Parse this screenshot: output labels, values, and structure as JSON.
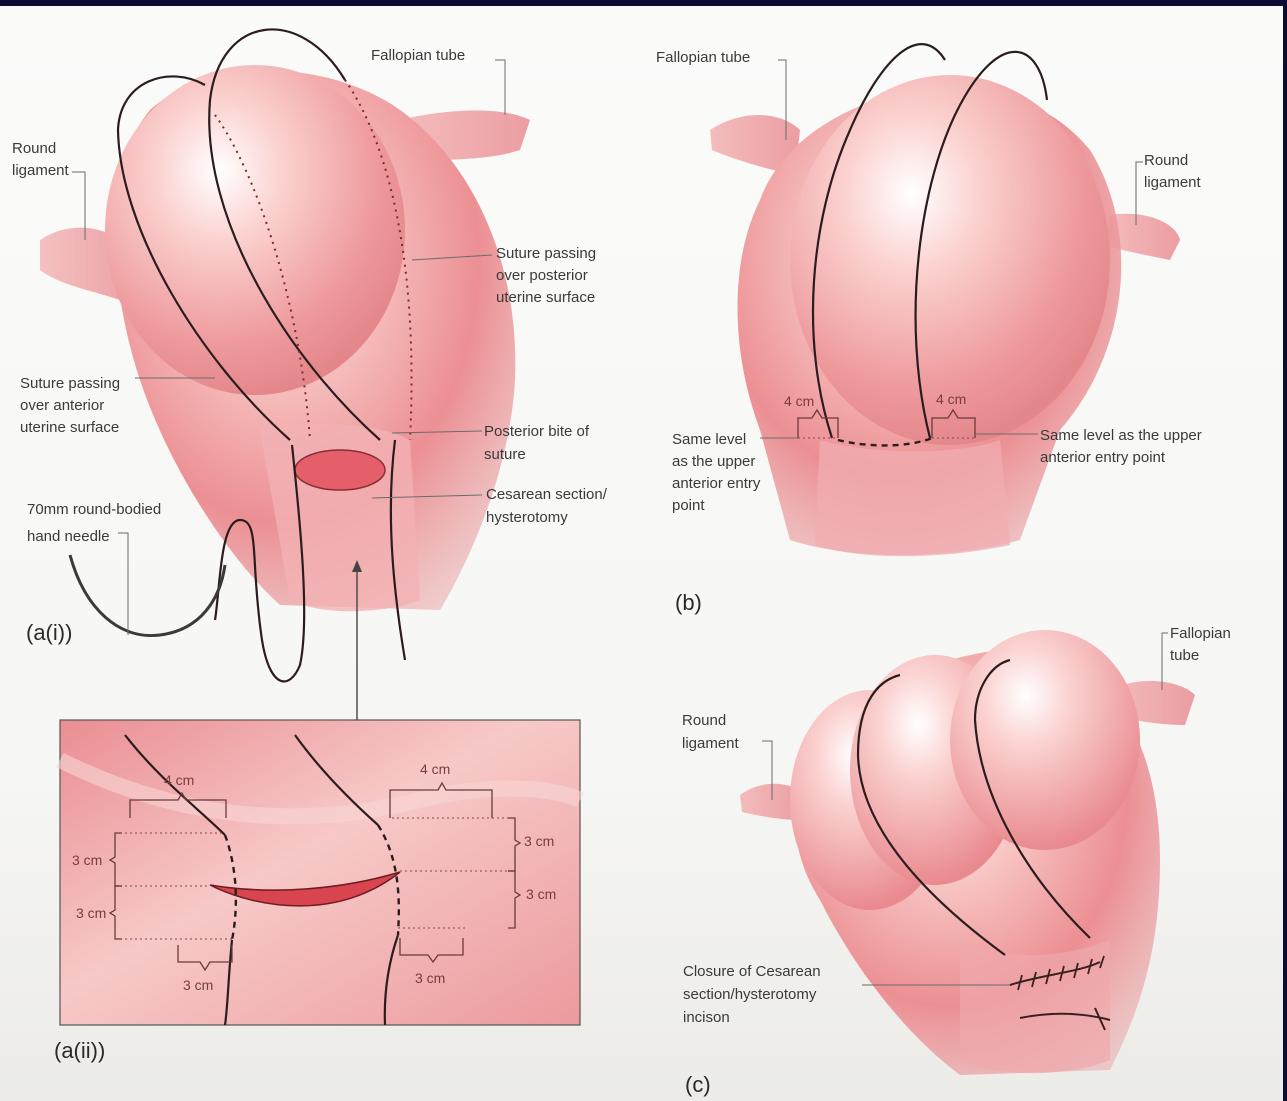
{
  "colors": {
    "border": "#0b0d35",
    "tissue": "#ec8f93",
    "suture": "#2b1d1d",
    "label_text": "#3a3a3a"
  },
  "panel_a_i": {
    "panel_label": "(a(i))",
    "fallopian_tube": "Fallopian tube",
    "round_ligament_1": "Round",
    "round_ligament_2": "ligament",
    "suture_posterior_1": "Suture passing",
    "suture_posterior_2": "over posterior",
    "suture_posterior_3": "uterine surface",
    "suture_anterior_1": "Suture passing",
    "suture_anterior_2": "over anterior",
    "suture_anterior_3": "uterine surface",
    "posterior_bite_1": "Posterior bite of",
    "posterior_bite_2": "suture",
    "cesarean_1": "Cesarean section/",
    "cesarean_2": "hysterotomy",
    "needle_1": "70mm round-bodied",
    "needle_2": "hand needle"
  },
  "panel_a_ii": {
    "panel_label": "(a(ii))",
    "m_4cm_left": "4 cm",
    "m_4cm_right": "4 cm",
    "m_3cm_l1": "3 cm",
    "m_3cm_l2": "3 cm",
    "m_3cm_r1": "3 cm",
    "m_3cm_r2": "3 cm",
    "m_3cm_bl": "3 cm",
    "m_3cm_br": "3 cm"
  },
  "panel_b": {
    "panel_label": "(b)",
    "fallopian_tube": "Fallopian tube",
    "round_ligament_1": "Round",
    "round_ligament_2": "ligament",
    "m_4cm_left": "4 cm",
    "m_4cm_right": "4 cm",
    "same_left_1": "Same level",
    "same_left_2": "as the upper",
    "same_left_3": "anterior entry",
    "same_left_4": "point",
    "same_right_1": "Same level as the upper",
    "same_right_2": "anterior entry point"
  },
  "panel_c": {
    "panel_label": "(c)",
    "fallopian_1": "Fallopian",
    "fallopian_2": "tube",
    "round_ligament_1": "Round",
    "round_ligament_2": "ligament",
    "closure_1": "Closure of Cesarean",
    "closure_2": "section/hysterotomy",
    "closure_3": "incison"
  }
}
